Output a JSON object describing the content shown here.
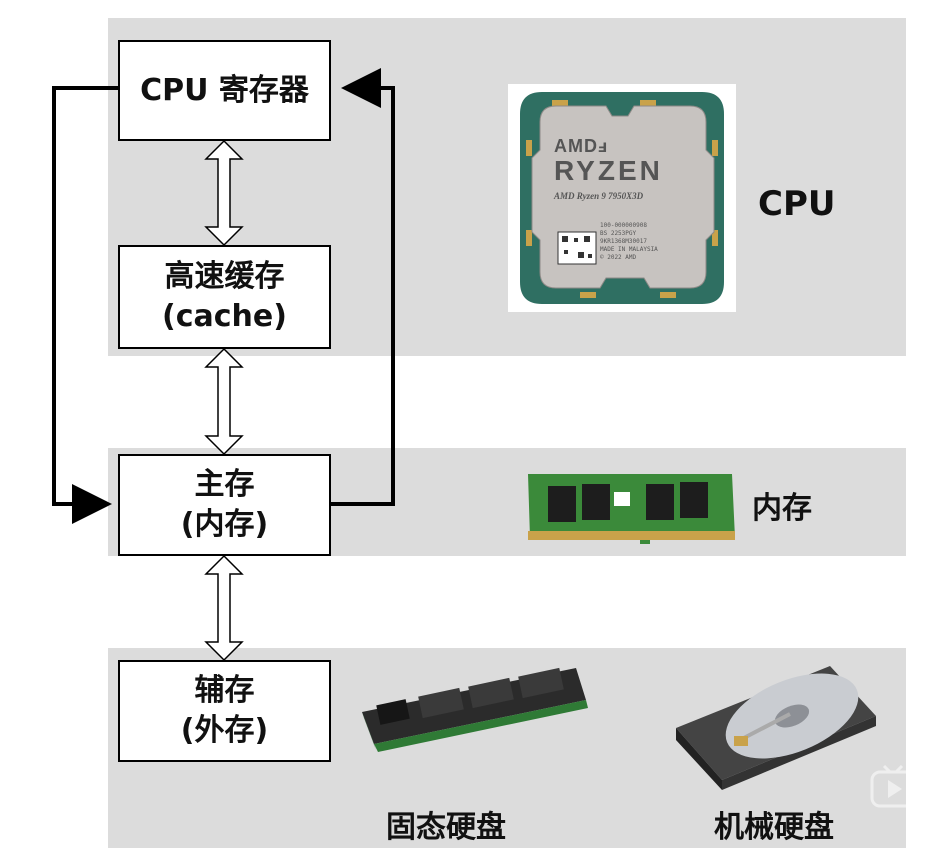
{
  "hierarchy": {
    "registers": "CPU 寄存器",
    "cache_line1": "高速缓存",
    "cache_line2": "(cache)",
    "main_memory_line1": "主存",
    "main_memory_line2": "(内存)",
    "secondary_line1": "辅存",
    "secondary_line2": "(外存)"
  },
  "labels": {
    "cpu": "CPU",
    "ram": "内存",
    "ssd": "固态硬盘",
    "hdd": "机械硬盘"
  },
  "chip": {
    "brand": "AMDⅎ",
    "line": "RYZEN",
    "model": "AMD Ryzen 9 7950X3D",
    "code1": "100-000000908",
    "code2": "BS 2253PGY",
    "code3": "9KR1368M30017",
    "origin": "MADE IN MALAYSIA",
    "copyright": "© 2022 AMD"
  },
  "colors": {
    "band": "#dcdcdc",
    "box_border": "#000000"
  }
}
